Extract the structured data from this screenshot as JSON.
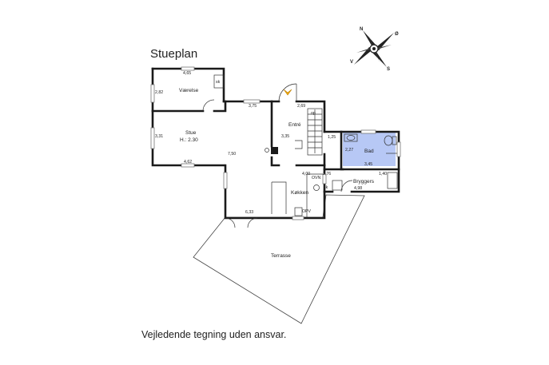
{
  "plan": {
    "title": "Stueplan",
    "footer": "Vejledende tegning uden ansvar.",
    "colors": {
      "bathroom": "#b7c8f5",
      "walls": "#1a1a1a",
      "door_marker": "#f0a800"
    },
    "compass": {
      "n": "N",
      "o": "Ø",
      "v": "V",
      "s": "S"
    },
    "rooms": {
      "vaerelse": "Værelse",
      "stue": "Stue",
      "stue_height": "H.: 2.30",
      "entre": "Entré",
      "bad": "Bad",
      "bryggers": "Bryggers",
      "kokken": "Køkken",
      "terrasse": "Terrasse"
    },
    "labels": {
      "sk1": "sk",
      "sk2": "sk",
      "op": "op",
      "ovn": "OVN",
      "opv": "OPV"
    },
    "dimensions": {
      "d1": "4,65",
      "d2": "2,82",
      "d3": "3,75",
      "d4": "2,69",
      "d5": "3,31",
      "d6": "3,35",
      "d7": "1,25",
      "d8": "2,27",
      "d9": "7,50",
      "d10": "4,62",
      "d11": "3,45",
      "d12": "1,40",
      "d13": "4,00",
      "d14": "3,76",
      "d15": "4,98",
      "d16": "6,33"
    }
  }
}
